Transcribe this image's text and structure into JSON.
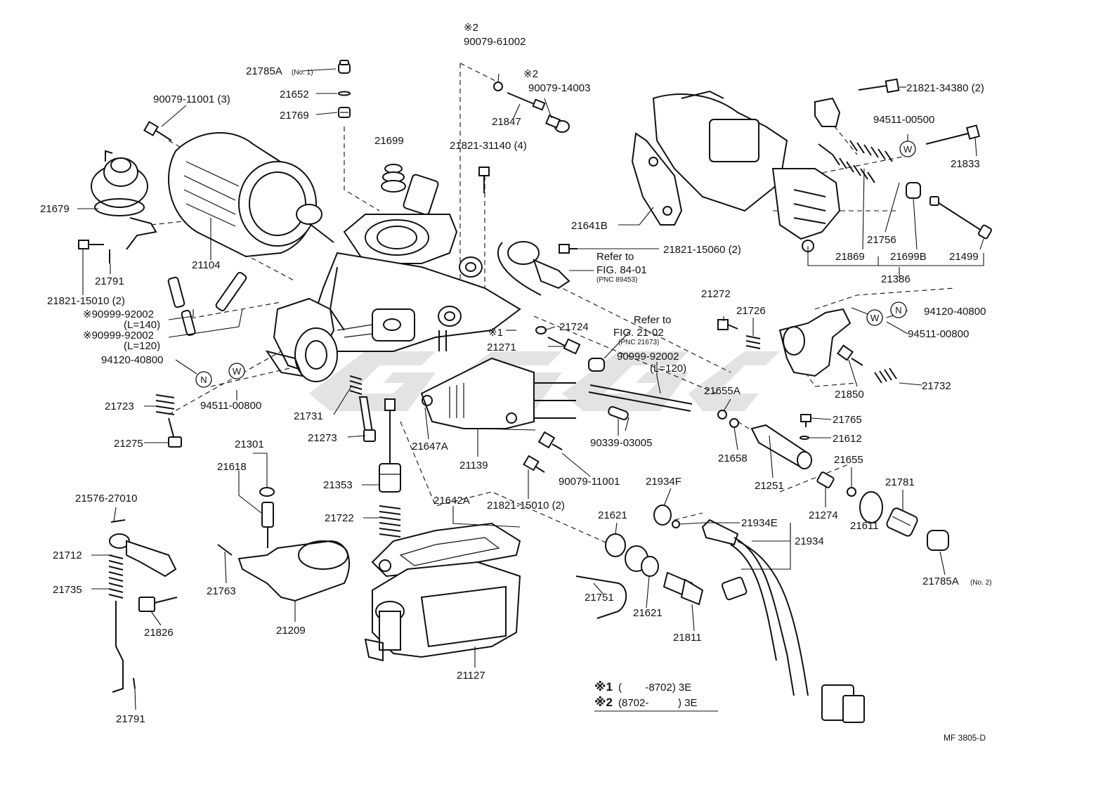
{
  "labels": {
    "p21785A_1": "21785A",
    "p21785A_1_sub": "(No. 1)",
    "p21652": "21652",
    "p21769": "21769",
    "n2_a": "※2",
    "p90079_61002": "90079-61002",
    "n2_b": "※2",
    "p90079_14003": "90079-14003",
    "p21847": "21847",
    "p21699": "21699",
    "p21821_31140": "21821-31140 (4)",
    "p90079_11001_3": "90079-11001 (3)",
    "p21679": "21679",
    "p21104": "21104",
    "p21821_15010_2a": "21821-15010 (2)",
    "p21791_a": "21791",
    "p90999_92002_140": "※90999-92002",
    "l140": "(L=140)",
    "p90999_92002_120": "※90999-92002",
    "l120": "(L=120)",
    "p94120_40800_a": "94120-40800",
    "p94511_00800_a": "94511-00800",
    "p21723": "21723",
    "p21275": "21275",
    "p21731": "21731",
    "p21273": "21273",
    "p21301": "21301",
    "p21618": "21618",
    "p21353": "21353",
    "p21722": "21722",
    "p21576_27010": "21576-27010",
    "p21712": "21712",
    "p21735": "21735",
    "p21826": "21826",
    "p21791_b": "21791",
    "p21763": "21763",
    "p21209": "21209",
    "p21642A": "21642A",
    "p21127": "21127",
    "p21647A": "21647A",
    "p21139": "21139",
    "p21821_15010_2b": "21821-15010 (2)",
    "p90079_11001": "90079-11001",
    "p90339_03005": "90339-03005",
    "n1": "※1",
    "p21724": "21724",
    "p21271": "21271",
    "refer1_a": "Refer to",
    "refer1_b": "FIG. 84-01",
    "refer1_c": "(PNC 89453)",
    "p21821_15060": "21821-15060 (2)",
    "refer2_a": "Refer to",
    "refer2_b": "FIG. 21-02",
    "refer2_c": "(PNC 21673)",
    "p90999_92002_c": "90999-92002",
    "l120b": "(L=120)",
    "p21272": "21272",
    "p21726": "21726",
    "p94120_40800_b": "94120-40800",
    "p94511_00800_b": "94511-00800",
    "p21850": "21850",
    "p21732": "21732",
    "p21655A": "21655A",
    "p21658": "21658",
    "p21251": "21251",
    "p21765": "21765",
    "p21612": "21612",
    "p21655": "21655",
    "p21274": "21274",
    "p21781": "21781",
    "p21611": "21611",
    "p21785A_2": "21785A",
    "p21785A_2_sub": "(No. 2)",
    "p21934F": "21934F",
    "p21934E": "21934E",
    "p21934": "21934",
    "p21621_a": "21621",
    "p21621_b": "21621",
    "p21751": "21751",
    "p21811": "21811",
    "p21641B": "21641B",
    "p21821_34380": "21821-34380 (2)",
    "p94511_00500": "94511-00500",
    "p21833": "21833",
    "p21756": "21756",
    "p21869": "21869",
    "p21699B": "21699B",
    "p21499": "21499",
    "p21386": "21386",
    "mf": "MF 3805-D"
  },
  "markers": {
    "n": "N",
    "w": "W"
  },
  "footnotes": {
    "f1_mark": "※1",
    "f1_text": "(        -8702) 3E",
    "f2_mark": "※2",
    "f2_text": "(8702-          ) 3E"
  }
}
